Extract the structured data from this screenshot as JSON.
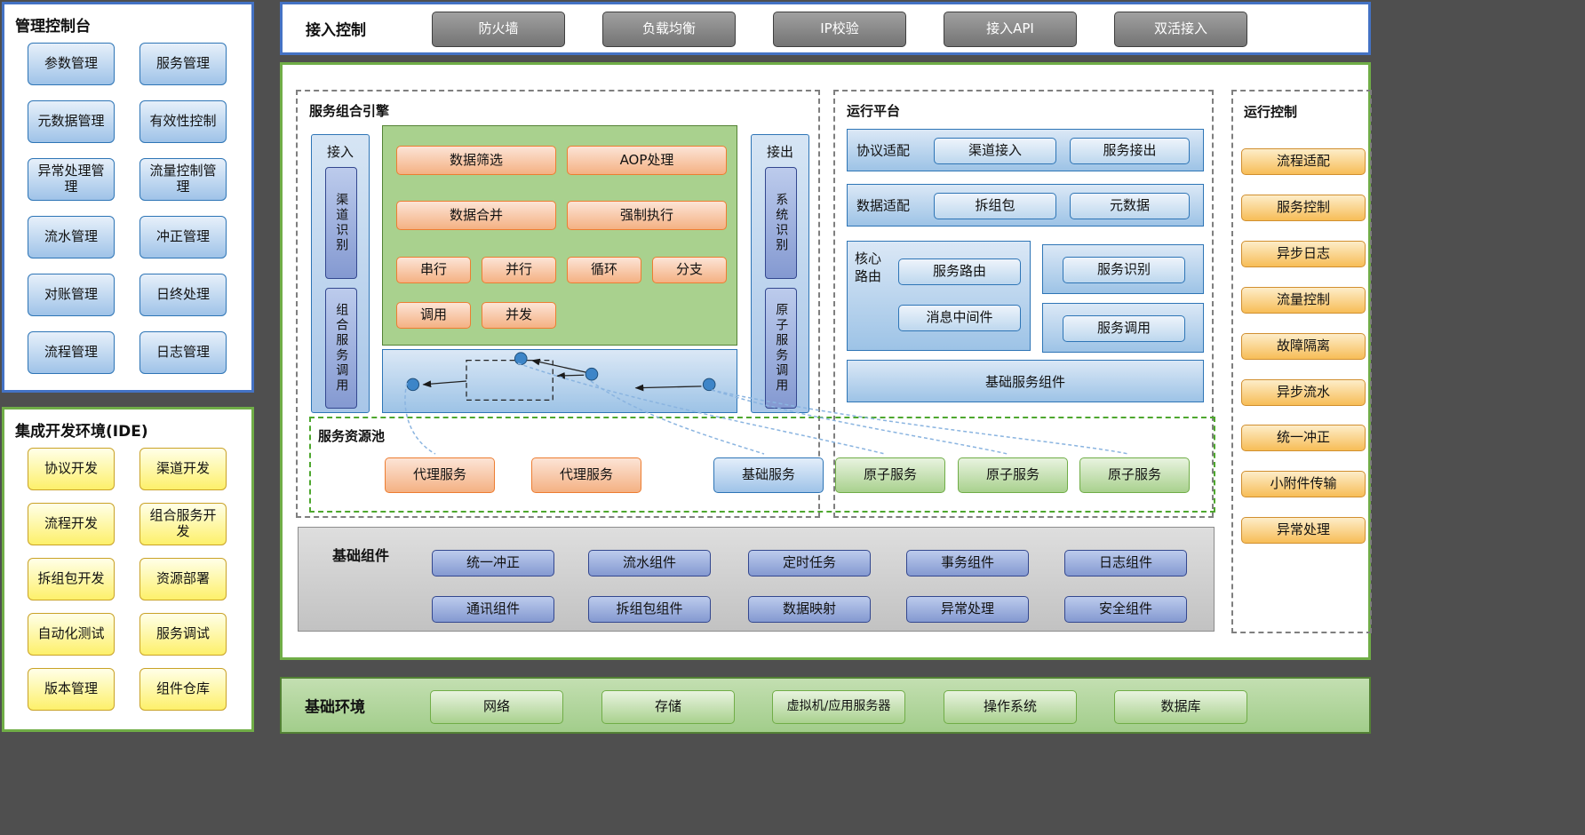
{
  "palette": {
    "background": "#4f4f4f",
    "blue_border": "#4472c4",
    "green_border": "#70ad47",
    "orange_accent": "#ed7d31",
    "dashed_gray": "#7f7f7f",
    "connector_blue": "#9dc3e6"
  },
  "management_console": {
    "title": "管理控制台",
    "items": [
      "参数管理",
      "服务管理",
      "元数据管理",
      "有效性控制",
      "异常处理管理",
      "流量控制管理",
      "流水管理",
      "冲正管理",
      "对账管理",
      "日终处理",
      "流程管理",
      "日志管理"
    ]
  },
  "ide": {
    "title": "集成开发环境(IDE)",
    "items": [
      "协议开发",
      "渠道开发",
      "流程开发",
      "组合服务开发",
      "拆组包开发",
      "资源部署",
      "自动化测试",
      "服务调试",
      "版本管理",
      "组件仓库"
    ]
  },
  "access_control": {
    "title": "接入控制",
    "items": [
      "防火墙",
      "负载均衡",
      "IP校验",
      "接入API",
      "双活接入"
    ]
  },
  "composition_engine": {
    "title": "服务组合引擎",
    "inbound_label": "接入",
    "inbound_items": [
      "渠道识别",
      "组合服务调用"
    ],
    "outbound_label": "接出",
    "outbound_items": [
      "系统识别",
      "原子服务调用"
    ],
    "ops_large": [
      "数据筛选",
      "AOP处理",
      "数据合并",
      "强制执行"
    ],
    "ops_small": [
      "串行",
      "并行",
      "循环",
      "分支",
      "调用",
      "并发"
    ]
  },
  "service_pool": {
    "title": "服务资源池",
    "items": [
      "代理服务",
      "代理服务",
      "基础服务",
      "原子服务",
      "原子服务",
      "原子服务"
    ]
  },
  "runtime_platform": {
    "title": "运行平台",
    "protocol_row": {
      "label": "协议适配",
      "items": [
        "渠道接入",
        "服务接出"
      ]
    },
    "data_row": {
      "label": "数据适配",
      "items": [
        "拆组包",
        "元数据"
      ]
    },
    "core_routing": {
      "label": "核心路由",
      "items": [
        "服务路由",
        "消息中间件"
      ]
    },
    "service_recognition": "服务识别",
    "service_call": "服务调用",
    "base_components": "基础服务组件"
  },
  "runtime_control": {
    "title": "运行控制",
    "items": [
      "流程适配",
      "服务控制",
      "异步日志",
      "流量控制",
      "故障隔离",
      "异步流水",
      "统一冲正",
      "小附件传输",
      "异常处理"
    ]
  },
  "basic_components": {
    "title": "基础组件",
    "row1": [
      "统一冲正",
      "流水组件",
      "定时任务",
      "事务组件",
      "日志组件"
    ],
    "row2": [
      "通讯组件",
      "拆组包组件",
      "数据映射",
      "异常处理",
      "安全组件"
    ]
  },
  "basic_environment": {
    "title": "基础环境",
    "items": [
      "网络",
      "存储",
      "虚拟机/应用服务器",
      "操作系统",
      "数据库"
    ]
  }
}
